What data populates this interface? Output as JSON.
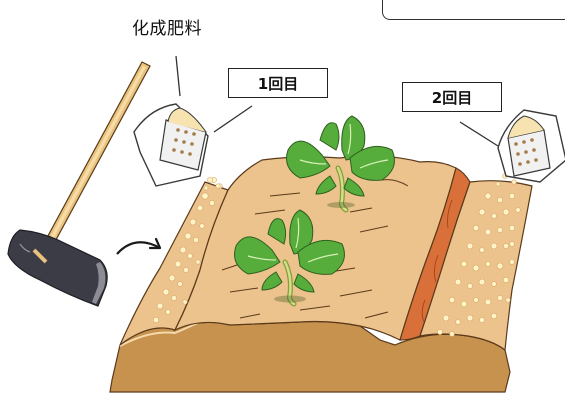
{
  "labels": {
    "fertilizer": "化成肥料",
    "first_application": "1回目",
    "second_application": "2回目"
  },
  "colors": {
    "soil_top": "#ecc28d",
    "soil_shadow": "#d59a5e",
    "soil_cross_section": "#c6924e",
    "side_dressing_band": "#d9703a",
    "fertilizer_granules": "#fff3c8",
    "leaf_green": "#56ad3c",
    "leaf_vein": "#d9efb6",
    "hoe_blade": "#3c3c46",
    "hoe_handle": "#e9c27c",
    "bag": "#ffffff"
  },
  "icons": {
    "tool": "hoe-icon",
    "direction": "curved-arrow-icon",
    "container": "fertilizer-bag-icon",
    "crop": "seedling-icon"
  }
}
